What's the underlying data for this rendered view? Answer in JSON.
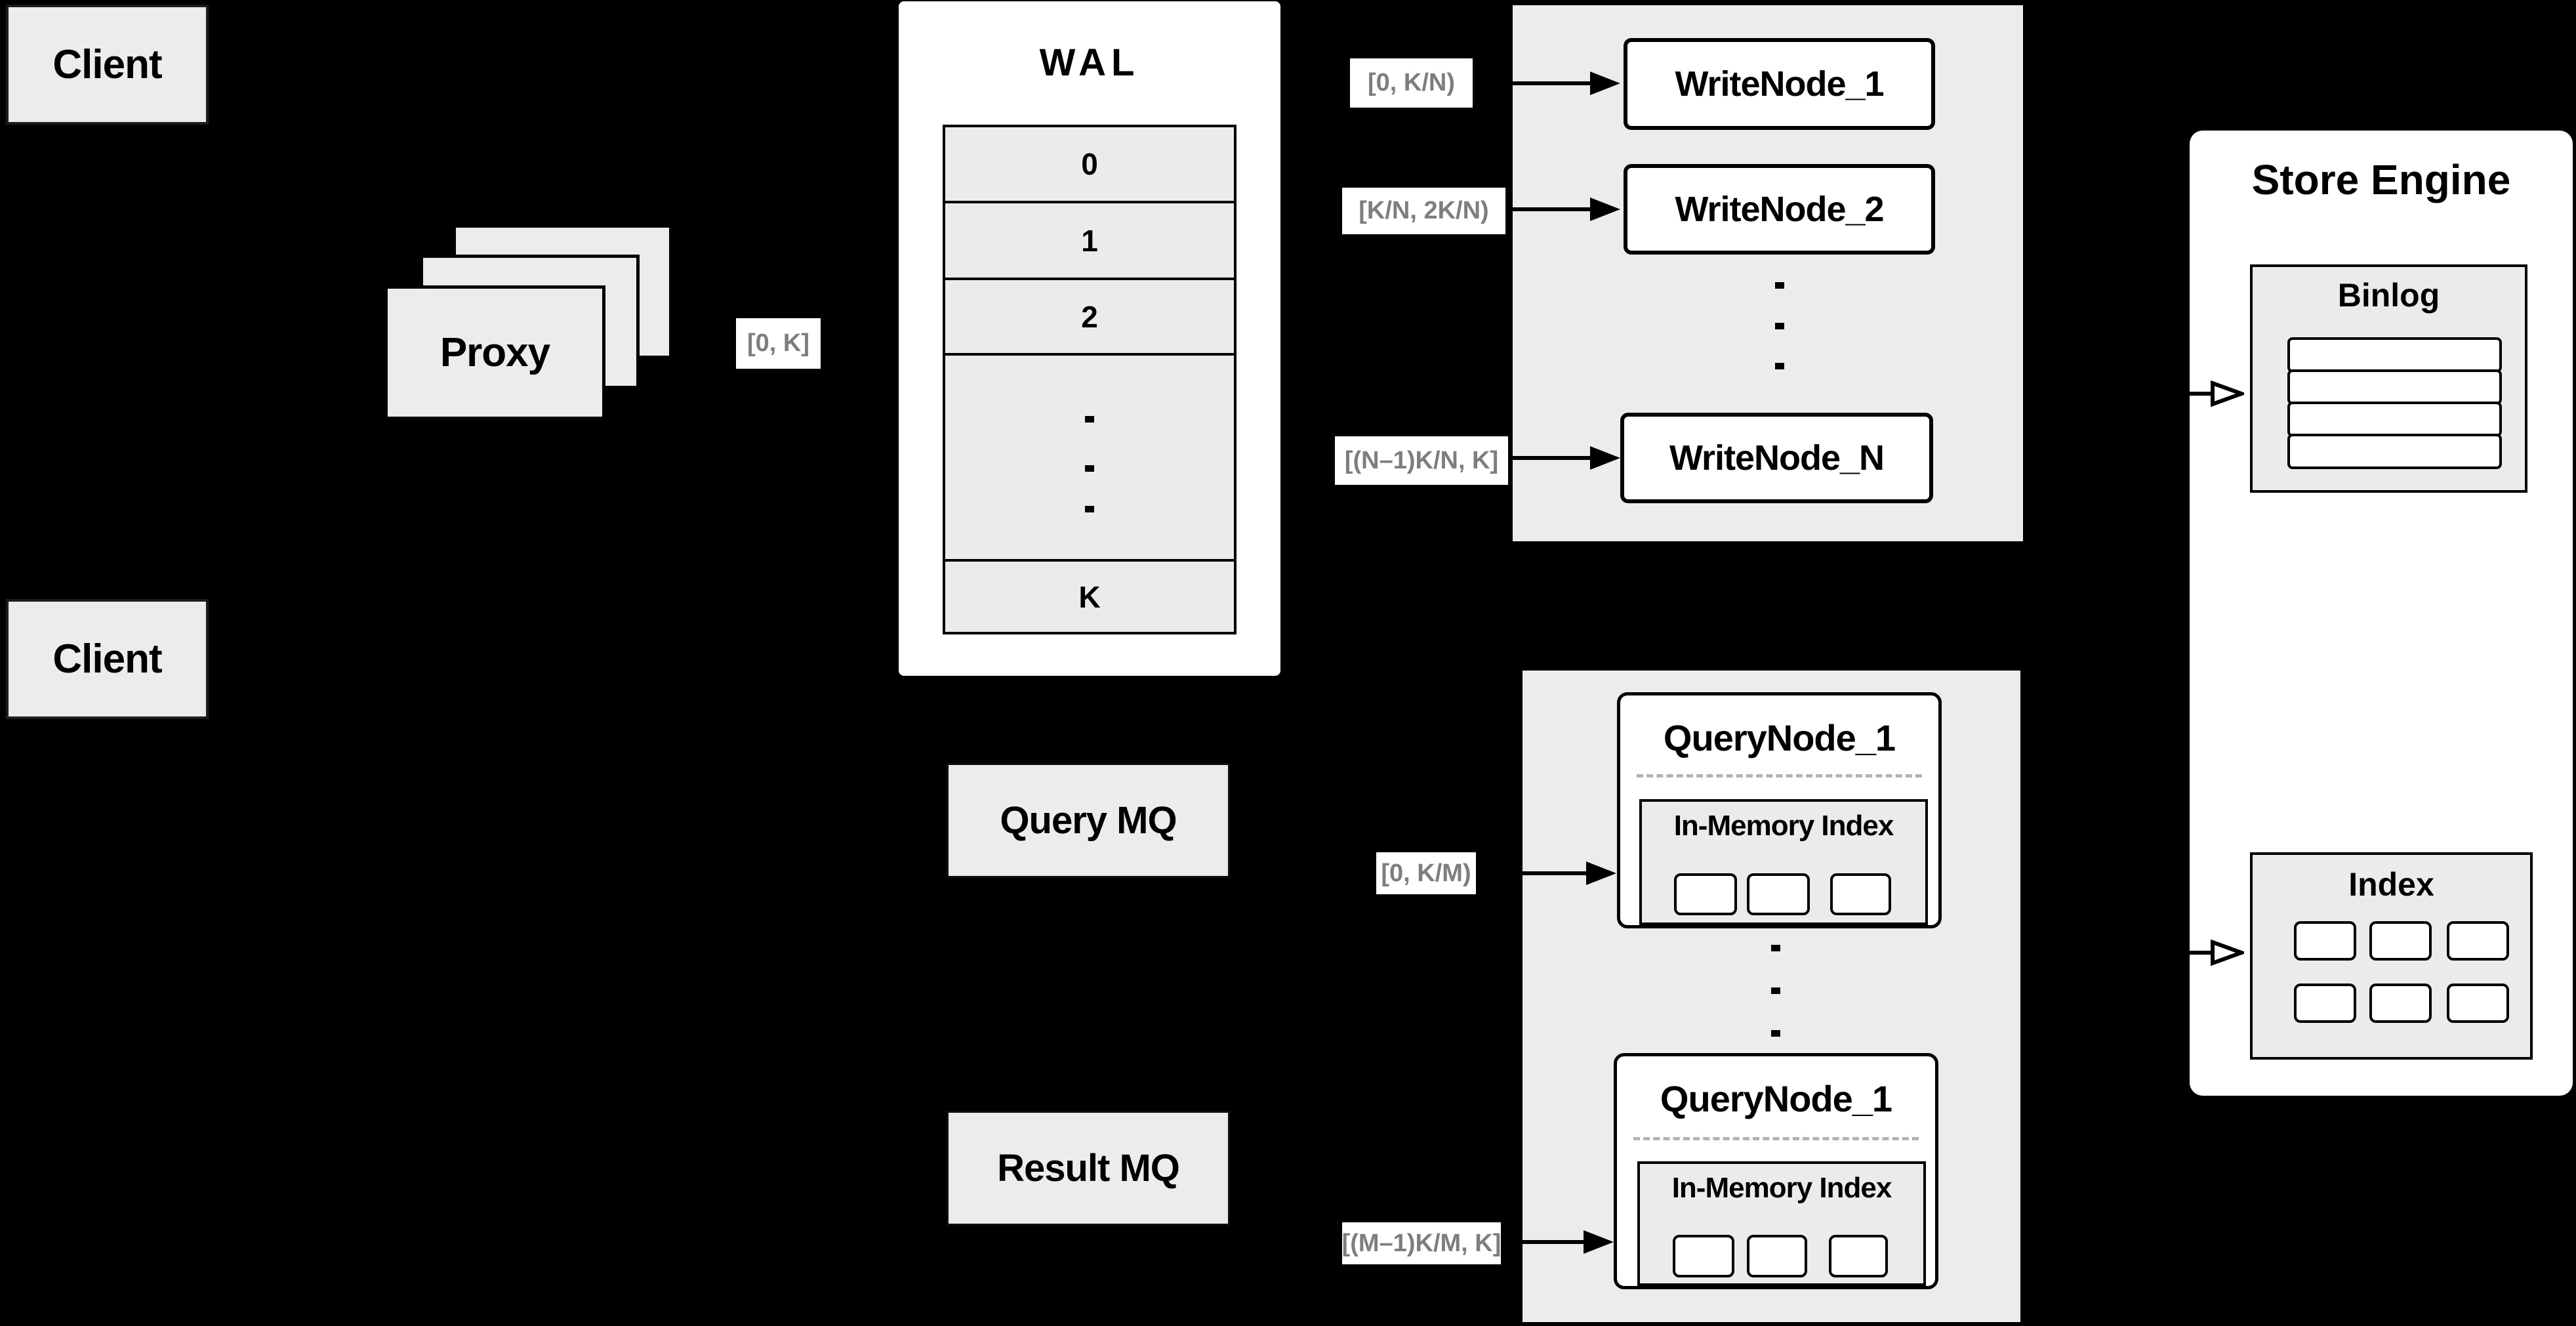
{
  "colors": {
    "background": "#000000",
    "panel_gray": "#ececec",
    "box_white": "#ffffff",
    "border_black": "#000000",
    "range_label_text": "#7e7e7e",
    "dashed_divider": "#b3b3b3"
  },
  "clients": {
    "top_label": "Client",
    "bottom_label": "Client"
  },
  "proxy": {
    "label": "Proxy"
  },
  "wal": {
    "title": "WAL",
    "rows": [
      "0",
      "1",
      "2"
    ],
    "last_row": "K"
  },
  "range_labels": {
    "proxy_out": "[0, K]",
    "write_node_1": "[0,  K/N)",
    "write_node_2": "[K/N, 2K/N)",
    "write_node_n": "[(N–1)K/N,  K]",
    "query_node_1": "[0, K/M)",
    "query_node_m": "[(M–1)K/M, K]"
  },
  "write_nodes": {
    "items": [
      "WriteNode_1",
      "WriteNode_2",
      "WriteNode_N"
    ]
  },
  "message_queues": {
    "query": "Query MQ",
    "result": "Result MQ"
  },
  "query_nodes": {
    "top": {
      "title": "QueryNode_1",
      "inner_title": "In-Memory Index"
    },
    "bottom": {
      "title": "QueryNode_1",
      "inner_title": "In-Memory Index"
    }
  },
  "store_engine": {
    "title": "Store Engine",
    "binlog": {
      "title": "Binlog"
    },
    "index": {
      "title": "Index"
    }
  }
}
